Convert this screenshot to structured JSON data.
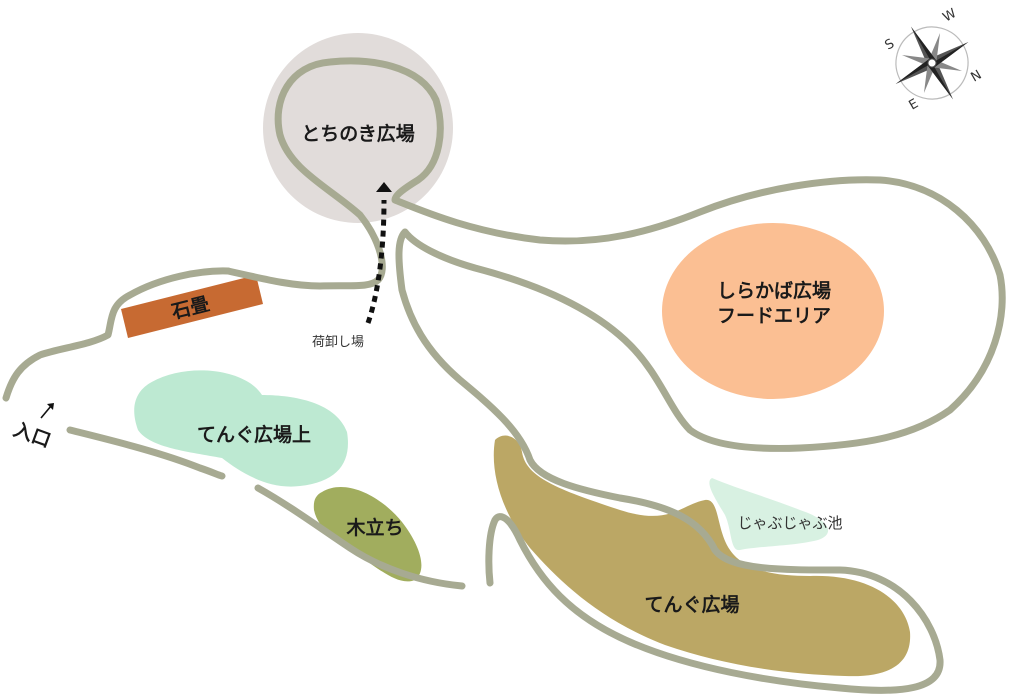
{
  "areas": {
    "tochinoki": "とちのき広場",
    "ishidatami": "石畳",
    "unloading": "荷卸し場",
    "entrance": "入口",
    "tengu_upper": "てんぐ広場上",
    "kodachi": "木立ち",
    "shirakaba_line1": "しらかば広場",
    "shirakaba_line2": "フードエリア",
    "pond": "じゃぶじゃぶ池",
    "tengu": "てんぐ広場"
  },
  "compass": {
    "labels": {
      "w": "W",
      "n": "N",
      "s": "S",
      "e": "E"
    }
  },
  "colors": {
    "road": "#a7aa92",
    "tochinoki_fill": "#e1dcda",
    "ishidatami_fill": "#c76a32",
    "tengu_upper_fill": "#bde9d2",
    "kodachi_fill": "#a1ad5e",
    "shirakaba_fill": "#fbbf93",
    "pond_fill": "#d8f1e2",
    "tengu_fill": "#bba765"
  },
  "icons": [
    "compass-rose-icon",
    "entrance-arrow-icon",
    "dotted-arrow-icon"
  ]
}
